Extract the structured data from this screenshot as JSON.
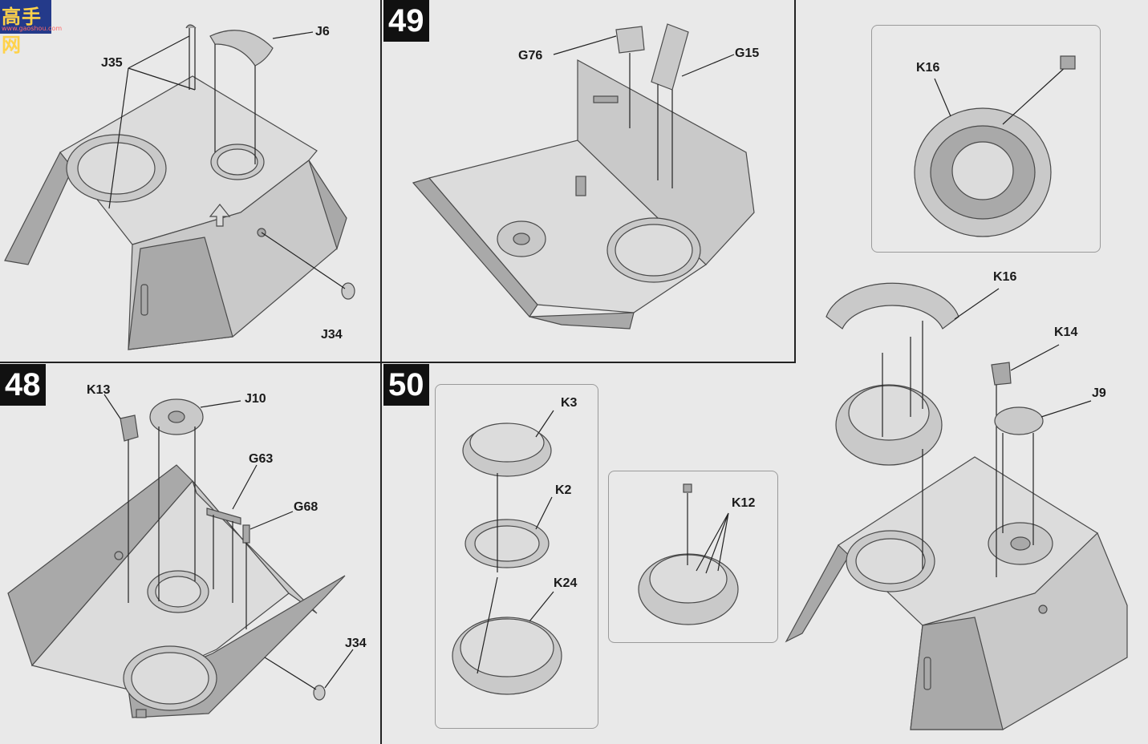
{
  "watermark": {
    "mark": "高手网",
    "url": "www.gaoshou.com"
  },
  "steps": {
    "s48": "48",
    "s49": "49",
    "s50": "50"
  },
  "parts": {
    "J35": "J35",
    "J6": "J6",
    "J34_top": "J34",
    "G76": "G76",
    "G15": "G15",
    "K13": "K13",
    "J10": "J10",
    "G63": "G63",
    "G68": "G68",
    "J34_bottom": "J34",
    "K3": "K3",
    "K2": "K2",
    "K24": "K24",
    "K12": "K12",
    "K16_detail": "K16",
    "K16_assembly": "K16",
    "K14": "K14",
    "J9": "J9"
  },
  "colors": {
    "paper": "#e9e9e9",
    "part": "#c9c9c9",
    "part_dark": "#a8a8a8",
    "line": "#4a4a4a",
    "step_bg": "#111111"
  }
}
